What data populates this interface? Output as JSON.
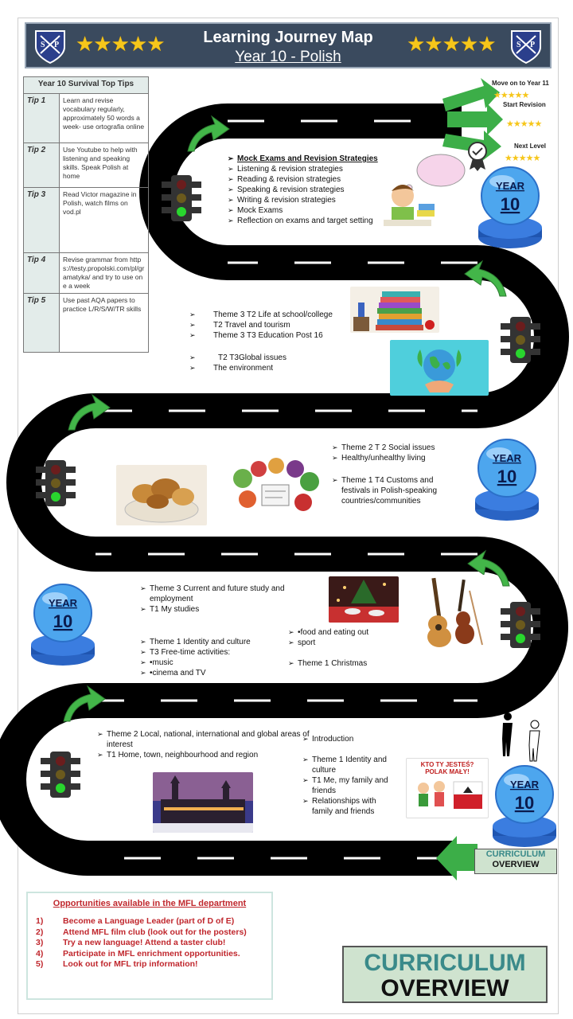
{
  "header": {
    "title": "Learning Journey Map",
    "subtitle": "Year 10 - Polish",
    "stars": "★★★★★",
    "crest_letters": "S P"
  },
  "tips": {
    "heading": "Year 10 Survival Top Tips",
    "items": [
      {
        "name": "Tip 1",
        "text": "Learn and revise vocabulary regularly, approximately 50 words a week- use ortografia online"
      },
      {
        "name": "Tip 2",
        "text": "Use Youtube to help with listening and speaking skills. Speak Polish at home"
      },
      {
        "name": "Tip 3",
        "text": "Read Victor magazine in Polish, watch films on vod.pl"
      },
      {
        "name": "Tip 4",
        "text": "Revise grammar from https://testy.propolski.com/pl/gramatyka/ and try to use one a week"
      },
      {
        "name": "Tip 5",
        "text": "Use past AQA papers to practice L/R/S/W/TR skills"
      }
    ]
  },
  "levels": {
    "move_on": "Move on to Year 11",
    "start_revision": "Start Revision",
    "next_level": "Next Level",
    "stars": "★★★★★"
  },
  "year_badge": {
    "year": "YEAR",
    "num": "10"
  },
  "sections": {
    "mock": {
      "title": "Mock Exams and Revision Strategies",
      "items": [
        "Listening & revision strategies",
        "Reading & revision strategies",
        "Speaking & revision strategies",
        "Writing & revision strategies",
        "Mock Exams",
        "Reflection on exams and target setting"
      ]
    },
    "theme3": [
      "Theme 3 T2 Life at school/college",
      "T2 Travel and tourism",
      "Theme 3 T3 Education Post 16"
    ],
    "global": [
      "T2 T3Global issues",
      "The environment"
    ],
    "social": [
      "Theme 2 T 2 Social issues",
      "Healthy/unhealthy living"
    ],
    "customs": [
      "Theme 1 T4 Customs and festivals in Polish-speaking countries/communities"
    ],
    "study": [
      "Theme 3 Current and future study and employment",
      "T1 My studies"
    ],
    "identity": [
      "Theme 1 Identity and culture",
      "T3 Free-time activities:",
      "•music",
      "•cinema and TV"
    ],
    "food": [
      "•food and eating out",
      "sport"
    ],
    "christmas": [
      "Theme 1 Christmas"
    ],
    "local": [
      "Theme 2 Local, national, international and global areas of interest",
      "T1 Home, town, neighbourhood and region"
    ],
    "intro": [
      "Introduction"
    ],
    "family": [
      "Theme 1 Identity and culture",
      "T1 Me, my family and friends",
      "Relationships with family and friends"
    ]
  },
  "poster": {
    "line1": "KTO TY JESTEŚ?",
    "line2": "POLAK MAŁY!"
  },
  "curriculum": {
    "line1": "CURRICULUM",
    "line2": "OVERVIEW"
  },
  "opportunities": {
    "heading": "Opportunities available in the MFL department",
    "items": [
      {
        "n": "1)",
        "text": "Become a Language Leader (part of D of E)"
      },
      {
        "n": "2)",
        "text": "Attend MFL film club (look out for the posters)"
      },
      {
        "n": "3)",
        "text": "Try a new language! Attend a taster club!"
      },
      {
        "n": "4)",
        "text": "Participate in MFL enrichment opportunities."
      },
      {
        "n": "5)",
        "text": "Look out for MFL trip information!"
      }
    ]
  }
}
